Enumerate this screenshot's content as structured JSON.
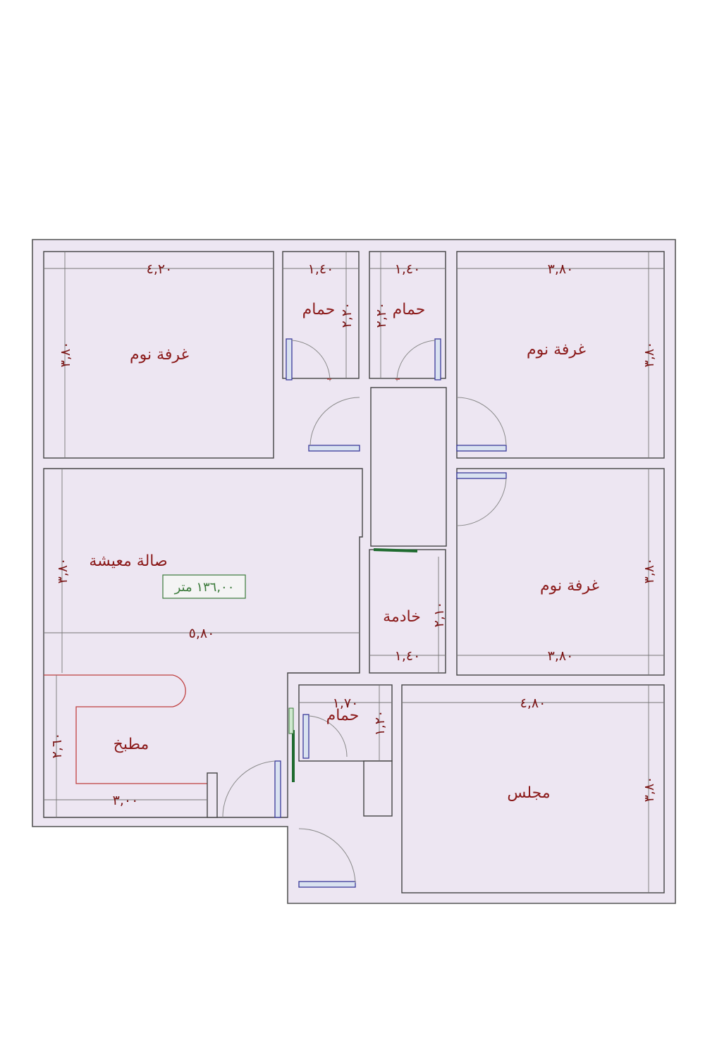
{
  "rooms": {
    "bedroom_top_left": "غرفة نوم",
    "bath_1": "حمام",
    "bath_2": "حمام",
    "bedroom_top_right": "غرفة نوم",
    "living": "صالة معيشة",
    "maid": "خادمة",
    "bedroom_right": "غرفة نوم",
    "kitchen": "مطبخ",
    "bath_3": "حمام",
    "majlis": "مجلس"
  },
  "area": "١٣٦,٠٠ متر",
  "dimensions": {
    "bedroom_top_left_w": "٤,٢٠",
    "bedroom_top_left_h": "٣,٨٠",
    "bath_1_w": "١,٤٠",
    "bath_1_h": "٢,٢٠",
    "bath_2_w": "١,٤٠",
    "bath_2_h": "٢,٢٠",
    "bedroom_top_right_w": "٣,٨٠",
    "bedroom_top_right_h": "٣,٨٠",
    "living_w": "٥,٨٠",
    "living_h": "٣,٨٠",
    "maid_w": "١,٤٠",
    "maid_h": "٢,١٠",
    "bedroom_right_w": "٣,٨٠",
    "bedroom_right_h": "٣,٨٠",
    "kitchen_w": "٣,٠٠",
    "kitchen_h": "٢,٦٠",
    "bath_3_w": "١,٧٠",
    "bath_3_h": "١,٢٠",
    "majlis_w": "٤,٨٠",
    "majlis_h": "٣,٨٠"
  },
  "colors": {
    "floor": "#ede6f2",
    "text": "#8b1a1a",
    "area_box": "#3a7a3a",
    "door_leaf": "#3a3a9a",
    "partition": "#1f6b2f"
  }
}
